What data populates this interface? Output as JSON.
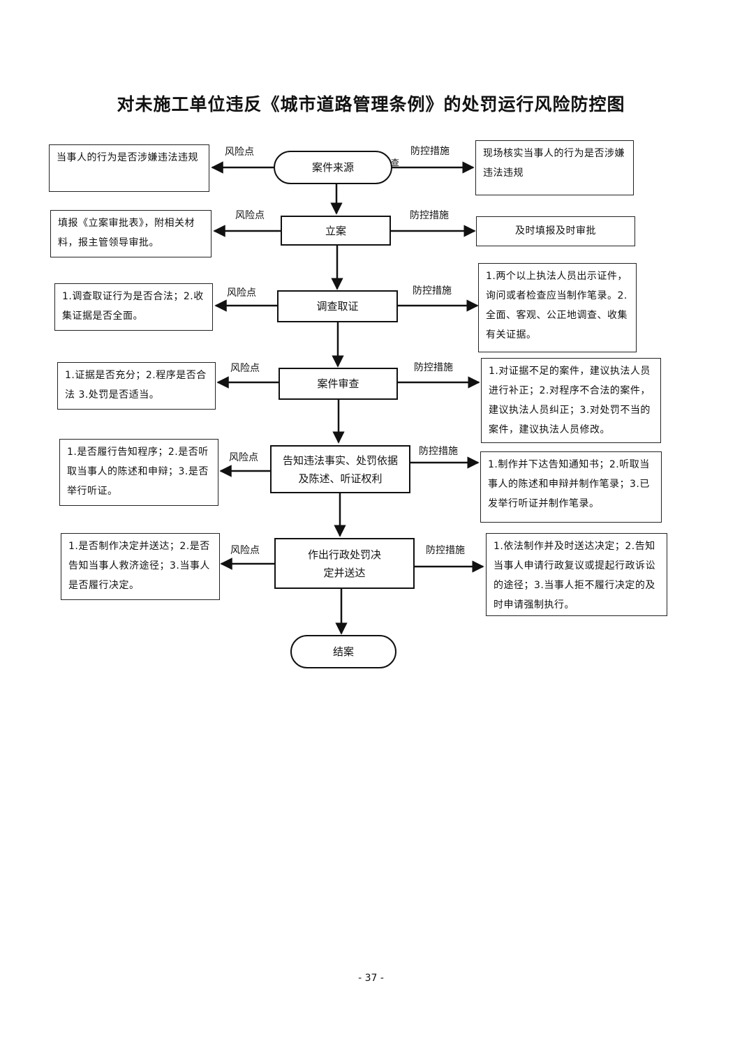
{
  "title": "对未施工单位违反《城市道路管理条例》的处罚运行风险防控图",
  "risk_label": "风险点",
  "control_label": "防控措施",
  "steps": [
    {
      "label": "案件来源",
      "risk": "当事人的行为是否涉嫌违法违规",
      "control": "现场核实当事人的行为是否涉嫌违法违规"
    },
    {
      "label": "立案",
      "risk": "填报《立案审批表》，附相关材料，报主管领导审批。",
      "control": "及时填报及时审批"
    },
    {
      "label": "调查取证",
      "risk": "1.调查取证行为是否合法；2.收集证据是否全面。",
      "control": "1.两个以上执法人员出示证件，询问或者检查应当制作笔录。2.全面、客观、公正地调查、收集有关证据。"
    },
    {
      "label": "案件审查",
      "risk": "1.证据是否充分；2.程序是否合法 3.处罚是否适当。",
      "control": "1.对证据不足的案件，建议执法人员进行补正；2.对程序不合法的案件，建议执法人员纠正；3.对处罚不当的案件，建议执法人员修改。"
    },
    {
      "label": "告知违法事实、处罚依据及陈述、听证权利",
      "risk": "1.是否履行告知程序；2.是否听取当事人的陈述和申辩；3.是否举行听证。",
      "control": "1.制作并下达告知通知书；2.听取当事人的陈述和申辩并制作笔录；3.已发举行听证并制作笔录。"
    },
    {
      "label": "作出行政处罚决定并送达",
      "risk": "1.是否制作决定并送达；2.是否告知当事人救济途径；3.当事人是否履行决定。",
      "control": "1.依法制作并及时送达决定；2.告知当事人申请行政复议或提起行政诉讼的途径；3.当事人拒不履行决定的及时申请强制执行。"
    }
  ],
  "end_label": "结案",
  "stray_char": "查",
  "page_number": "- 37 -"
}
